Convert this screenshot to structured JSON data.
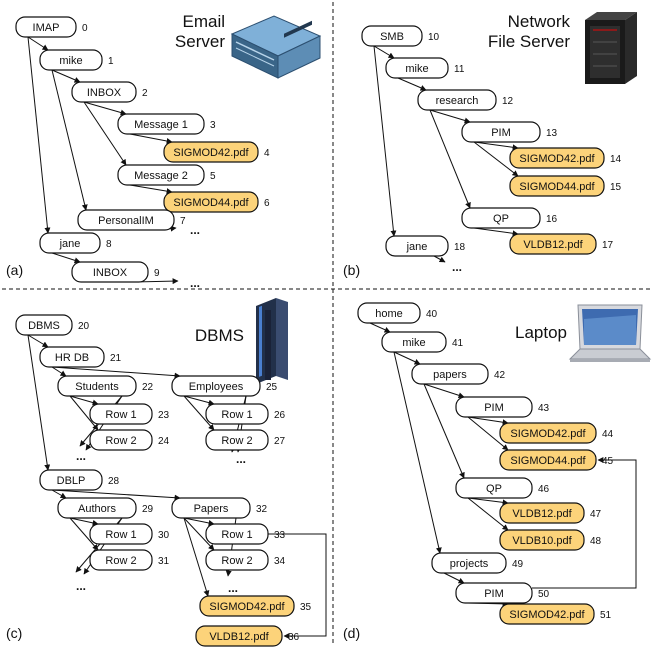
{
  "panels": [
    {
      "label": "(a)",
      "title": [
        "Email",
        "Server"
      ],
      "icon": "server-rack-icon",
      "nodes": [
        {
          "text": "IMAP",
          "id": "0"
        },
        {
          "text": "mike",
          "id": "1"
        },
        {
          "text": "INBOX",
          "id": "2"
        },
        {
          "text": "Message 1",
          "id": "3"
        },
        {
          "text": "SIGMOD42.pdf",
          "id": "4",
          "file": true
        },
        {
          "text": "Message 2",
          "id": "5"
        },
        {
          "text": "SIGMOD44.pdf",
          "id": "6",
          "file": true
        },
        {
          "text": "PersonalIM",
          "id": "7"
        },
        {
          "text": "jane",
          "id": "8"
        },
        {
          "text": "INBOX",
          "id": "9"
        }
      ]
    },
    {
      "label": "(b)",
      "title": [
        "Network",
        "File Server"
      ],
      "icon": "tower-server-icon",
      "nodes": [
        {
          "text": "SMB",
          "id": "10"
        },
        {
          "text": "mike",
          "id": "11"
        },
        {
          "text": "research",
          "id": "12"
        },
        {
          "text": "PIM",
          "id": "13"
        },
        {
          "text": "SIGMOD42.pdf",
          "id": "14",
          "file": true
        },
        {
          "text": "SIGMOD44.pdf",
          "id": "15",
          "file": true
        },
        {
          "text": "QP",
          "id": "16"
        },
        {
          "text": "VLDB12.pdf",
          "id": "17",
          "file": true
        },
        {
          "text": "jane",
          "id": "18"
        }
      ]
    },
    {
      "label": "(c)",
      "title": [
        "DBMS"
      ],
      "icon": "database-server-icon",
      "nodes": [
        {
          "text": "DBMS",
          "id": "20"
        },
        {
          "text": "HR DB",
          "id": "21"
        },
        {
          "text": "Students",
          "id": "22"
        },
        {
          "text": "Row 1",
          "id": "23"
        },
        {
          "text": "Row 2",
          "id": "24"
        },
        {
          "text": "Employees",
          "id": "25"
        },
        {
          "text": "Row 1",
          "id": "26"
        },
        {
          "text": "Row 2",
          "id": "27"
        },
        {
          "text": "DBLP",
          "id": "28"
        },
        {
          "text": "Authors",
          "id": "29"
        },
        {
          "text": "Row 1",
          "id": "30"
        },
        {
          "text": "Row 2",
          "id": "31"
        },
        {
          "text": "Papers",
          "id": "32"
        },
        {
          "text": "Row 1",
          "id": "33"
        },
        {
          "text": "Row 2",
          "id": "34"
        },
        {
          "text": "SIGMOD42.pdf",
          "id": "35",
          "file": true
        },
        {
          "text": "VLDB12.pdf",
          "id": "36",
          "file": true
        }
      ]
    },
    {
      "label": "(d)",
      "title": [
        "Laptop"
      ],
      "icon": "laptop-icon",
      "nodes": [
        {
          "text": "home",
          "id": "40"
        },
        {
          "text": "mike",
          "id": "41"
        },
        {
          "text": "papers",
          "id": "42"
        },
        {
          "text": "PIM",
          "id": "43"
        },
        {
          "text": "SIGMOD42.pdf",
          "id": "44",
          "file": true
        },
        {
          "text": "SIGMOD44.pdf",
          "id": "45",
          "file": true
        },
        {
          "text": "QP",
          "id": "46"
        },
        {
          "text": "VLDB12.pdf",
          "id": "47",
          "file": true
        },
        {
          "text": "VLDB10.pdf",
          "id": "48",
          "file": true
        },
        {
          "text": "projects",
          "id": "49"
        },
        {
          "text": "PIM",
          "id": "50"
        },
        {
          "text": "SIGMOD42.pdf",
          "id": "51",
          "file": true
        }
      ]
    }
  ],
  "ellipsis": "..."
}
